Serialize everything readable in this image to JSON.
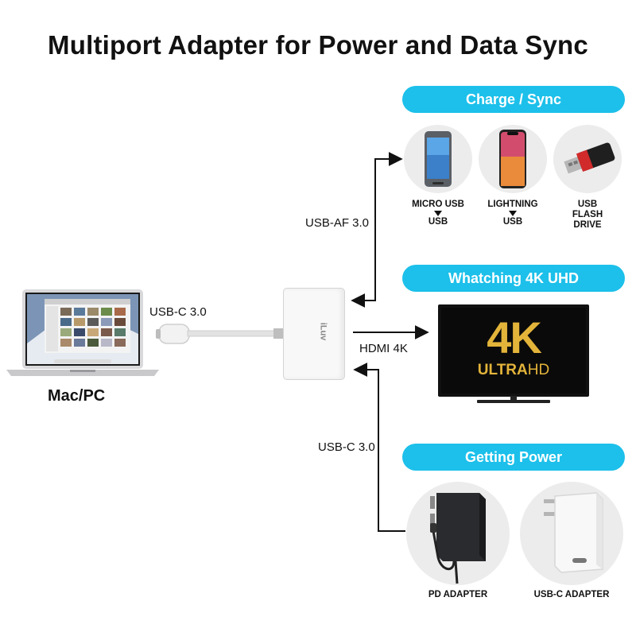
{
  "title": "Multiport Adapter for Power and Data Sync",
  "computer": {
    "label": "Mac/PC"
  },
  "adapter": {
    "brand": "iLuv"
  },
  "connections": {
    "usb_c_in": "USB-C 3.0",
    "usb_af": "USB-AF 3.0",
    "hdmi": "HDMI 4K",
    "usb_c_power": "USB-C 3.0"
  },
  "sections": {
    "charge": {
      "title": "Charge / Sync",
      "devices": [
        {
          "label": "MICRO USB",
          "sub": "USB"
        },
        {
          "label": "LIGHTNING",
          "sub": "USB"
        },
        {
          "label": "USB FLASH DRIVE",
          "sub": ""
        }
      ]
    },
    "watch": {
      "title": "Whatching 4K UHD",
      "tv": {
        "big": "4K",
        "ultra": "ULTRA",
        "hd": "HD"
      }
    },
    "power": {
      "title": "Getting Power",
      "devices": [
        {
          "label": "PD ADAPTER"
        },
        {
          "label": "USB-C ADAPTER"
        }
      ]
    }
  },
  "colors": {
    "accent": "#1cc0ea",
    "gold": "#e3b43a",
    "black": "#111111"
  }
}
